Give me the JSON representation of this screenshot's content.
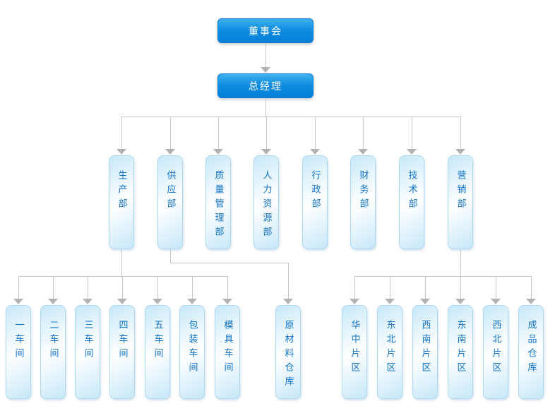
{
  "org_chart": {
    "root": {
      "label": "董事会"
    },
    "general_manager": {
      "label": "总经理"
    },
    "departments": [
      {
        "label": "生产部"
      },
      {
        "label": "供应部"
      },
      {
        "label": "质量管理部"
      },
      {
        "label": "人力资源部"
      },
      {
        "label": "行政部"
      },
      {
        "label": "财务部"
      },
      {
        "label": "技术部"
      },
      {
        "label": "营销部"
      }
    ],
    "workshops": [
      "一车间",
      "二车间",
      "三车间",
      "四车间",
      "五车间",
      "包装车间",
      "模具车间"
    ],
    "raw_material": [
      "原材料仓库"
    ],
    "regions": [
      "华中片区",
      "东北片区",
      "西南片区",
      "东南片区",
      "西北片区",
      "成品仓库"
    ]
  },
  "colors": {
    "node_fill_top": "#3db0ee",
    "node_fill_mid": "#0f8ce0",
    "node_fill_bottom": "#0380d8",
    "node_border": "#0a7ad0",
    "node_text": "#ffffff",
    "pill_fill_edge": "#c6e8f9",
    "pill_fill_mid": "#e2f3fc",
    "pill_border": "#aed9f0",
    "pill_text": "#1273c4",
    "connector": "#c6c6c6",
    "arrowhead": "#b3b3b3"
  }
}
